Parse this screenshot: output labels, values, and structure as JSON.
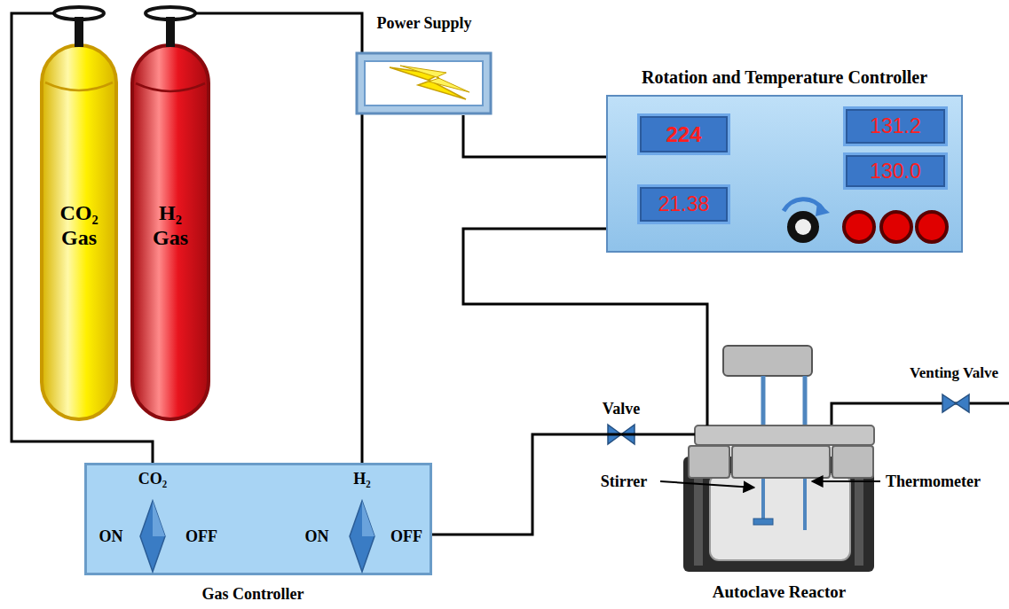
{
  "diagram": {
    "nodes": [
      {
        "text": [
          "Power Supply"
        ]
      },
      {
        "text": [
          "Rotation and Temperature Controller"
        ]
      },
      {
        "text": [
          "224"
        ],
        "in": 1
      },
      {
        "text": [
          "131.2"
        ],
        "in": 1
      },
      {
        "text": [
          "130.0"
        ],
        "in": 1
      },
      {
        "text": [
          "21.38"
        ],
        "in": 1
      },
      {
        "text": [
          "CO₂ Gas"
        ]
      },
      {
        "text": [
          "H₂ Gas"
        ]
      },
      {
        "text": [
          "Autoclave Reactor"
        ]
      },
      {
        "text": [
          "CO₂",
          "ON",
          "OFF",
          "H₂",
          "ON",
          "OFF",
          "Gas Controller"
        ]
      }
    ],
    "edges": [
      {
        "from": 6,
        "to": 9,
        "arrow": "none"
      },
      {
        "from": 7,
        "to": 9,
        "arrow": "none"
      },
      {
        "from": 0,
        "to": 1,
        "arrow": "none"
      },
      {
        "from": 1,
        "to": 8,
        "arrow": "none"
      },
      {
        "from": 9,
        "to": 8,
        "arrow": "none"
      }
    ],
    "labels": [
      "Valve",
      "Venting Valve",
      "Stirrer",
      "Thermometer"
    ]
  }
}
